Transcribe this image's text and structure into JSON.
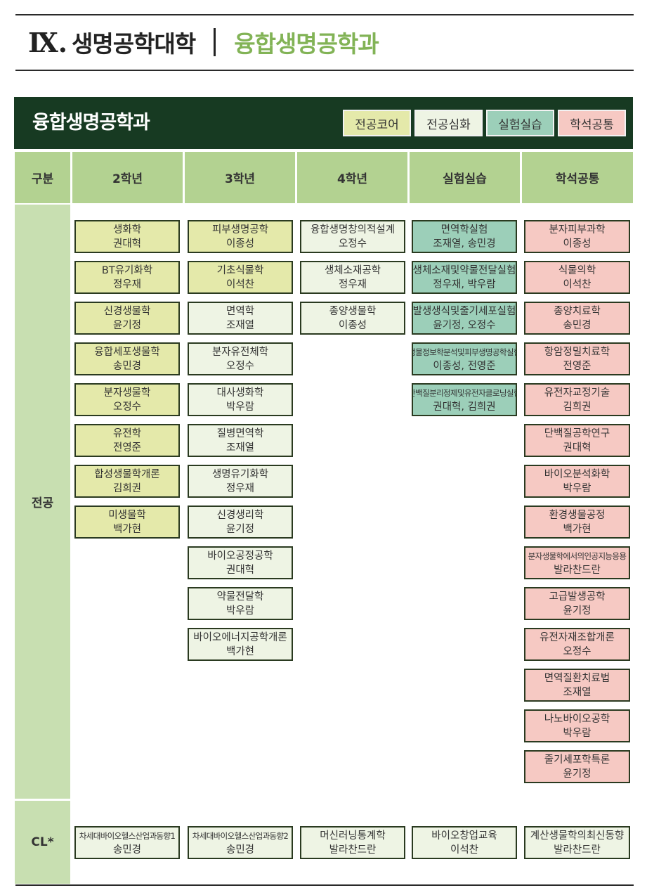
{
  "header": {
    "roman": "Ⅸ.",
    "college": "생명공학대학",
    "department": "융합생명공학과"
  },
  "banner": {
    "title": "융합생명공학과",
    "legend": [
      {
        "key": "core",
        "label": "전공코어",
        "color": "#e4e9aa"
      },
      {
        "key": "deep",
        "label": "전공심화",
        "color": "#eef4e4"
      },
      {
        "key": "lab",
        "label": "실험실습",
        "color": "#9ccfb9"
      },
      {
        "key": "joint",
        "label": "학석공통",
        "color": "#f6c9c3"
      }
    ]
  },
  "columns": [
    "구분",
    "2학년",
    "3학년",
    "4학년",
    "실험실습",
    "학석공통"
  ],
  "categories": {
    "major": "전공",
    "cl": "CL*"
  },
  "major": {
    "year2": [
      {
        "name": "생화학",
        "prof": "권대혁",
        "type": "core"
      },
      {
        "name": "BT유기화학",
        "prof": "정우재",
        "type": "core"
      },
      {
        "name": "신경생물학",
        "prof": "윤기정",
        "type": "core"
      },
      {
        "name": "융합세포생물학",
        "prof": "송민경",
        "type": "core"
      },
      {
        "name": "분자생물학",
        "prof": "오정수",
        "type": "core"
      },
      {
        "name": "유전학",
        "prof": "전영준",
        "type": "core"
      },
      {
        "name": "합성생물학개론",
        "prof": "김희권",
        "type": "core"
      },
      {
        "name": "미생물학",
        "prof": "백가현",
        "type": "core"
      }
    ],
    "year3": [
      {
        "name": "피부생명공학",
        "prof": "이종성",
        "type": "core"
      },
      {
        "name": "기초식물학",
        "prof": "이석찬",
        "type": "core"
      },
      {
        "name": "면역학",
        "prof": "조재열",
        "type": "deep"
      },
      {
        "name": "분자유전체학",
        "prof": "오정수",
        "type": "deep"
      },
      {
        "name": "대사생화학",
        "prof": "박우람",
        "type": "deep"
      },
      {
        "name": "질병면역학",
        "prof": "조재열",
        "type": "deep"
      },
      {
        "name": "생명유기화학",
        "prof": "정우재",
        "type": "deep"
      },
      {
        "name": "신경생리학",
        "prof": "윤기정",
        "type": "deep"
      },
      {
        "name": "바이오공정공학",
        "prof": "권대혁",
        "type": "deep"
      },
      {
        "name": "약물전달학",
        "prof": "박우람",
        "type": "deep"
      },
      {
        "name": "바이오에너지공학개론",
        "prof": "백가현",
        "type": "deep"
      }
    ],
    "year4": [
      {
        "name": "융합생명창의적설계",
        "prof": "오정수",
        "type": "deep"
      },
      {
        "name": "생체소재공학",
        "prof": "정우재",
        "type": "deep"
      },
      {
        "name": "종양생물학",
        "prof": "이종성",
        "type": "deep"
      }
    ],
    "lab": [
      {
        "name": "면역학실험",
        "prof": "조재열, 송민경",
        "type": "lab"
      },
      {
        "name": "생체소재및약물전달실험",
        "prof": "정우재, 박우람",
        "type": "lab"
      },
      {
        "name": "발생생식및줄기세포실험",
        "prof": "윤기정, 오정수",
        "type": "lab"
      },
      {
        "name": "생물정보학분석및피부생명공학실험",
        "prof": "이종성, 전영준",
        "type": "lab",
        "small": true
      },
      {
        "name": "단백질분리정제및유전자클로닝실험",
        "prof": "권대혁, 김희권",
        "type": "lab",
        "small": true
      }
    ],
    "joint": [
      {
        "name": "분자피부과학",
        "prof": "이종성",
        "type": "joint"
      },
      {
        "name": "식물의학",
        "prof": "이석찬",
        "type": "joint"
      },
      {
        "name": "종양치료학",
        "prof": "송민경",
        "type": "joint"
      },
      {
        "name": "항암정밀치료학",
        "prof": "전영준",
        "type": "joint"
      },
      {
        "name": "유전자교정기술",
        "prof": "김희권",
        "type": "joint"
      },
      {
        "name": "단백질공학연구",
        "prof": "권대혁",
        "type": "joint"
      },
      {
        "name": "바이오분석화학",
        "prof": "박우람",
        "type": "joint"
      },
      {
        "name": "환경생물공정",
        "prof": "백가현",
        "type": "joint"
      },
      {
        "name": "분자생물학에서의인공지능응용",
        "prof": "발라찬드란",
        "type": "joint",
        "small": true
      },
      {
        "name": "고급발생공학",
        "prof": "윤기정",
        "type": "joint"
      },
      {
        "name": "유전자재조합개론",
        "prof": "오정수",
        "type": "joint"
      },
      {
        "name": "면역질환치료법",
        "prof": "조재열",
        "type": "joint"
      },
      {
        "name": "나노바이오공학",
        "prof": "박우람",
        "type": "joint"
      },
      {
        "name": "줄기세포학특론",
        "prof": "윤기정",
        "type": "joint"
      }
    ]
  },
  "cl": [
    {
      "name": "차세대바이오헬스산업과동향1",
      "prof": "송민경",
      "type": "deep",
      "small": true
    },
    {
      "name": "차세대바이오헬스산업과동향2",
      "prof": "송민경",
      "type": "deep",
      "small": true
    },
    {
      "name": "머신러닝통계학",
      "prof": "발라찬드란",
      "type": "deep"
    },
    {
      "name": "바이오창업교육",
      "prof": "이석찬",
      "type": "deep"
    },
    {
      "name": "계산생물학의최신동향",
      "prof": "발라찬드란",
      "type": "deep"
    }
  ]
}
